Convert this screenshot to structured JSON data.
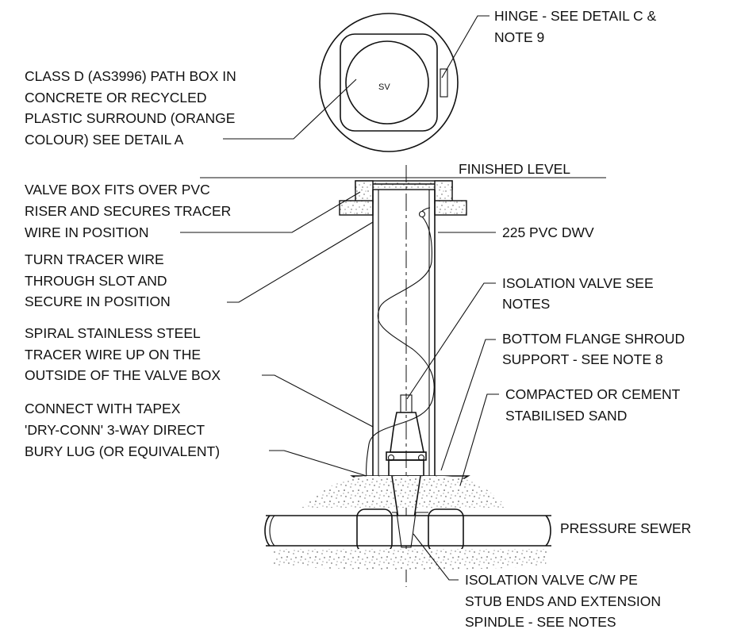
{
  "labels": {
    "hinge": [
      "HINGE - SEE DETAIL C &",
      "NOTE 9"
    ],
    "path_box": [
      "CLASS D (AS3996) PATH BOX IN",
      "CONCRETE OR RECYCLED",
      "PLASTIC SURROUND (ORANGE",
      "COLOUR) SEE DETAIL A"
    ],
    "sv": "SV",
    "finished_level": "FINISHED LEVEL",
    "valve_box": [
      "VALVE BOX FITS OVER PVC",
      "RISER AND SECURES TRACER",
      "WIRE IN POSITION"
    ],
    "pvc_dwv": "225 PVC DWV",
    "turn_tracer": [
      "TURN TRACER WIRE",
      "THROUGH SLOT AND",
      "SECURE IN POSITION"
    ],
    "isolation_valve": [
      "ISOLATION VALVE SEE",
      "NOTES"
    ],
    "spiral": [
      "SPIRAL STAINLESS STEEL",
      "TRACER WIRE UP ON THE",
      "OUTSIDE OF THE VALVE BOX"
    ],
    "bottom_flange": [
      "BOTTOM FLANGE SHROUD",
      "SUPPORT - SEE NOTE 8"
    ],
    "compacted": [
      "COMPACTED OR CEMENT",
      "STABILISED SAND"
    ],
    "connect": [
      "CONNECT WITH TAPEX",
      "'DRY-CONN' 3-WAY DIRECT",
      "BURY LUG (OR EQUIVALENT)"
    ],
    "pressure_sewer": "PRESSURE SEWER",
    "isolation_valve_pe": [
      "ISOLATION VALVE C/W PE",
      "STUB ENDS AND EXTENSION",
      "SPINDLE - SEE NOTES"
    ]
  }
}
